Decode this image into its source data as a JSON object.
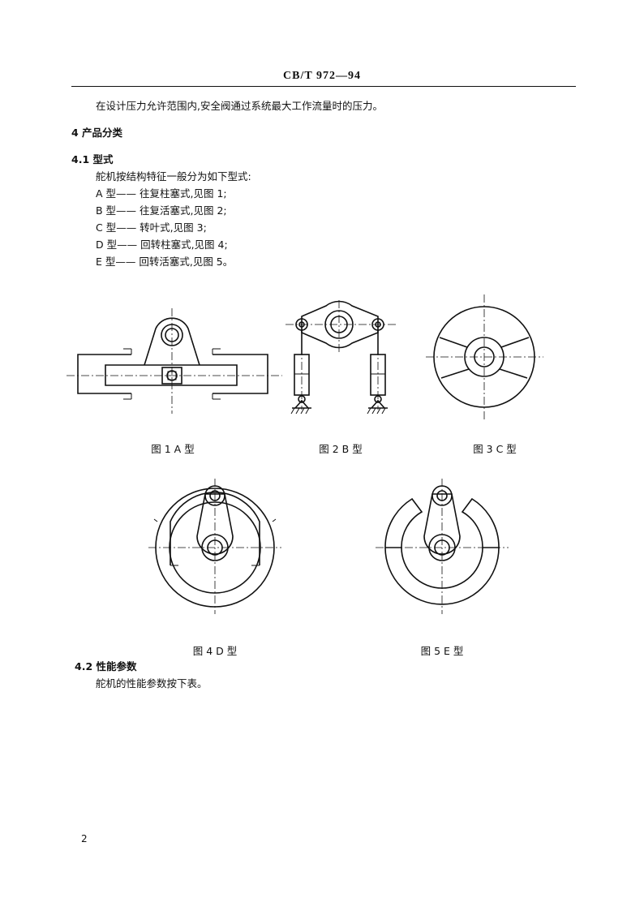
{
  "header": {
    "code": "CB/T 972—94"
  },
  "text": {
    "intro": "在设计压力允许范围内,安全阀通过系统最大工作流量时的压力。",
    "sec4": "4  产品分类",
    "sec41": "4.1  型式",
    "sec41_desc": "舵机按结构特征一般分为如下型式:",
    "typeA": "A 型—— 往复柱塞式,见图 1;",
    "typeB": "B 型—— 往复活塞式,见图 2;",
    "typeC": "C 型—— 转叶式,见图 3;",
    "typeD": "D 型—— 回转柱塞式,见图 4;",
    "typeE": "E 型—— 回转活塞式,见图 5。",
    "sec42": "4.2  性能参数",
    "sec42_desc": "舵机的性能参数按下表。"
  },
  "figures": {
    "fig1": "图 1   A 型",
    "fig2": "图 2   B 型",
    "fig3": "图 3   C 型",
    "fig4": "图 4   D 型",
    "fig5": "图 5   E 型"
  },
  "footer": {
    "page": "2"
  }
}
